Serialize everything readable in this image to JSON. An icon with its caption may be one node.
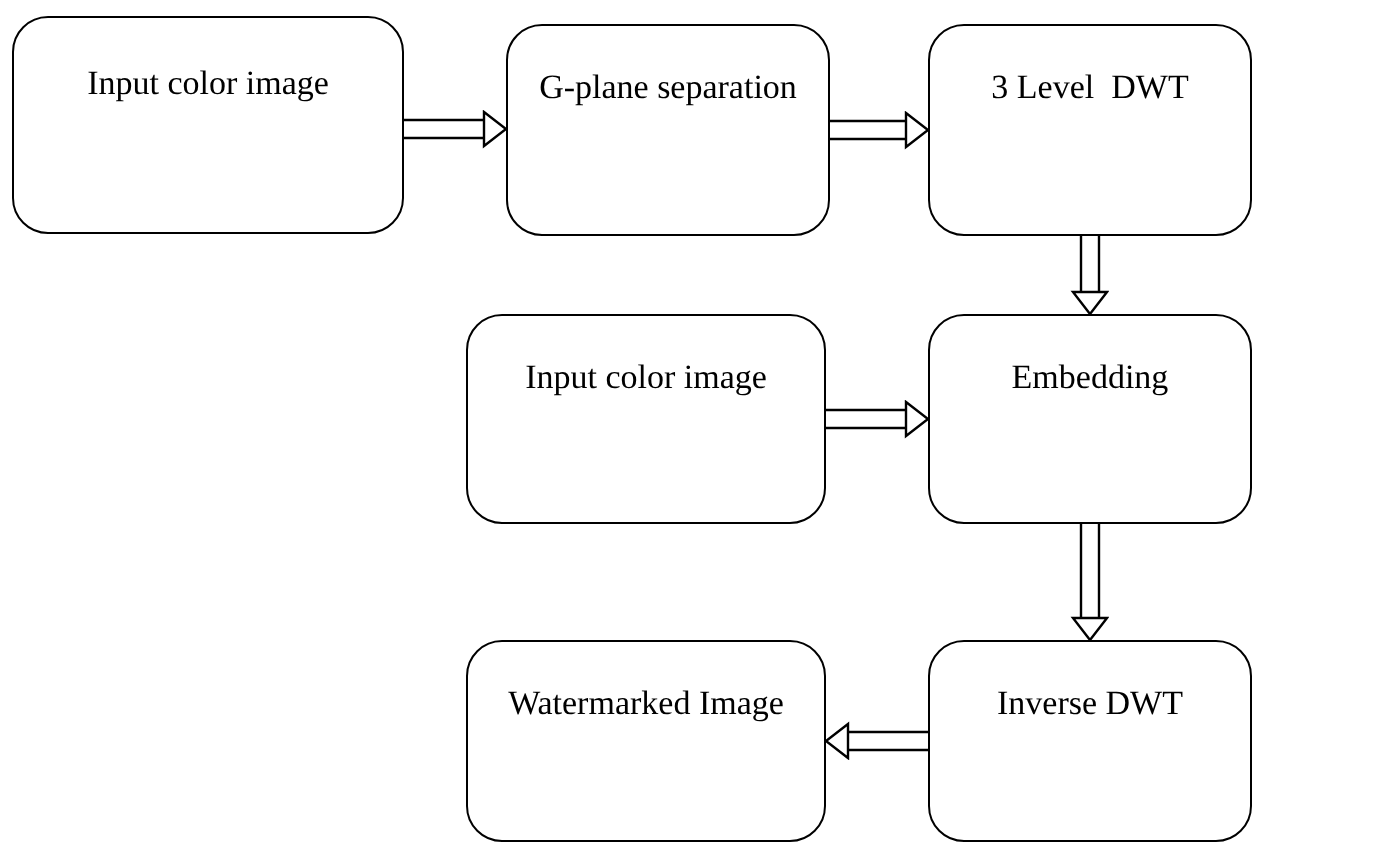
{
  "diagram": {
    "nodes": [
      {
        "text": [
          "Input color image"
        ]
      },
      {
        "text": [
          "G-plane separation"
        ]
      },
      {
        "text": [
          "3 Level  DWT"
        ]
      },
      {
        "text": [
          "Input color image"
        ]
      },
      {
        "text": [
          "Embedding"
        ]
      },
      {
        "text": [
          "Watermarked Image"
        ]
      },
      {
        "text": [
          "Inverse DWT"
        ]
      }
    ],
    "edges": [
      {
        "from": 0,
        "to": 1,
        "arrow": "to"
      },
      {
        "from": 1,
        "to": 2,
        "arrow": "to"
      },
      {
        "from": 2,
        "to": 4,
        "arrow": "to"
      },
      {
        "from": 3,
        "to": 4,
        "arrow": "to"
      },
      {
        "from": 4,
        "to": 6,
        "arrow": "to"
      },
      {
        "from": 6,
        "to": 5,
        "arrow": "to"
      }
    ]
  }
}
